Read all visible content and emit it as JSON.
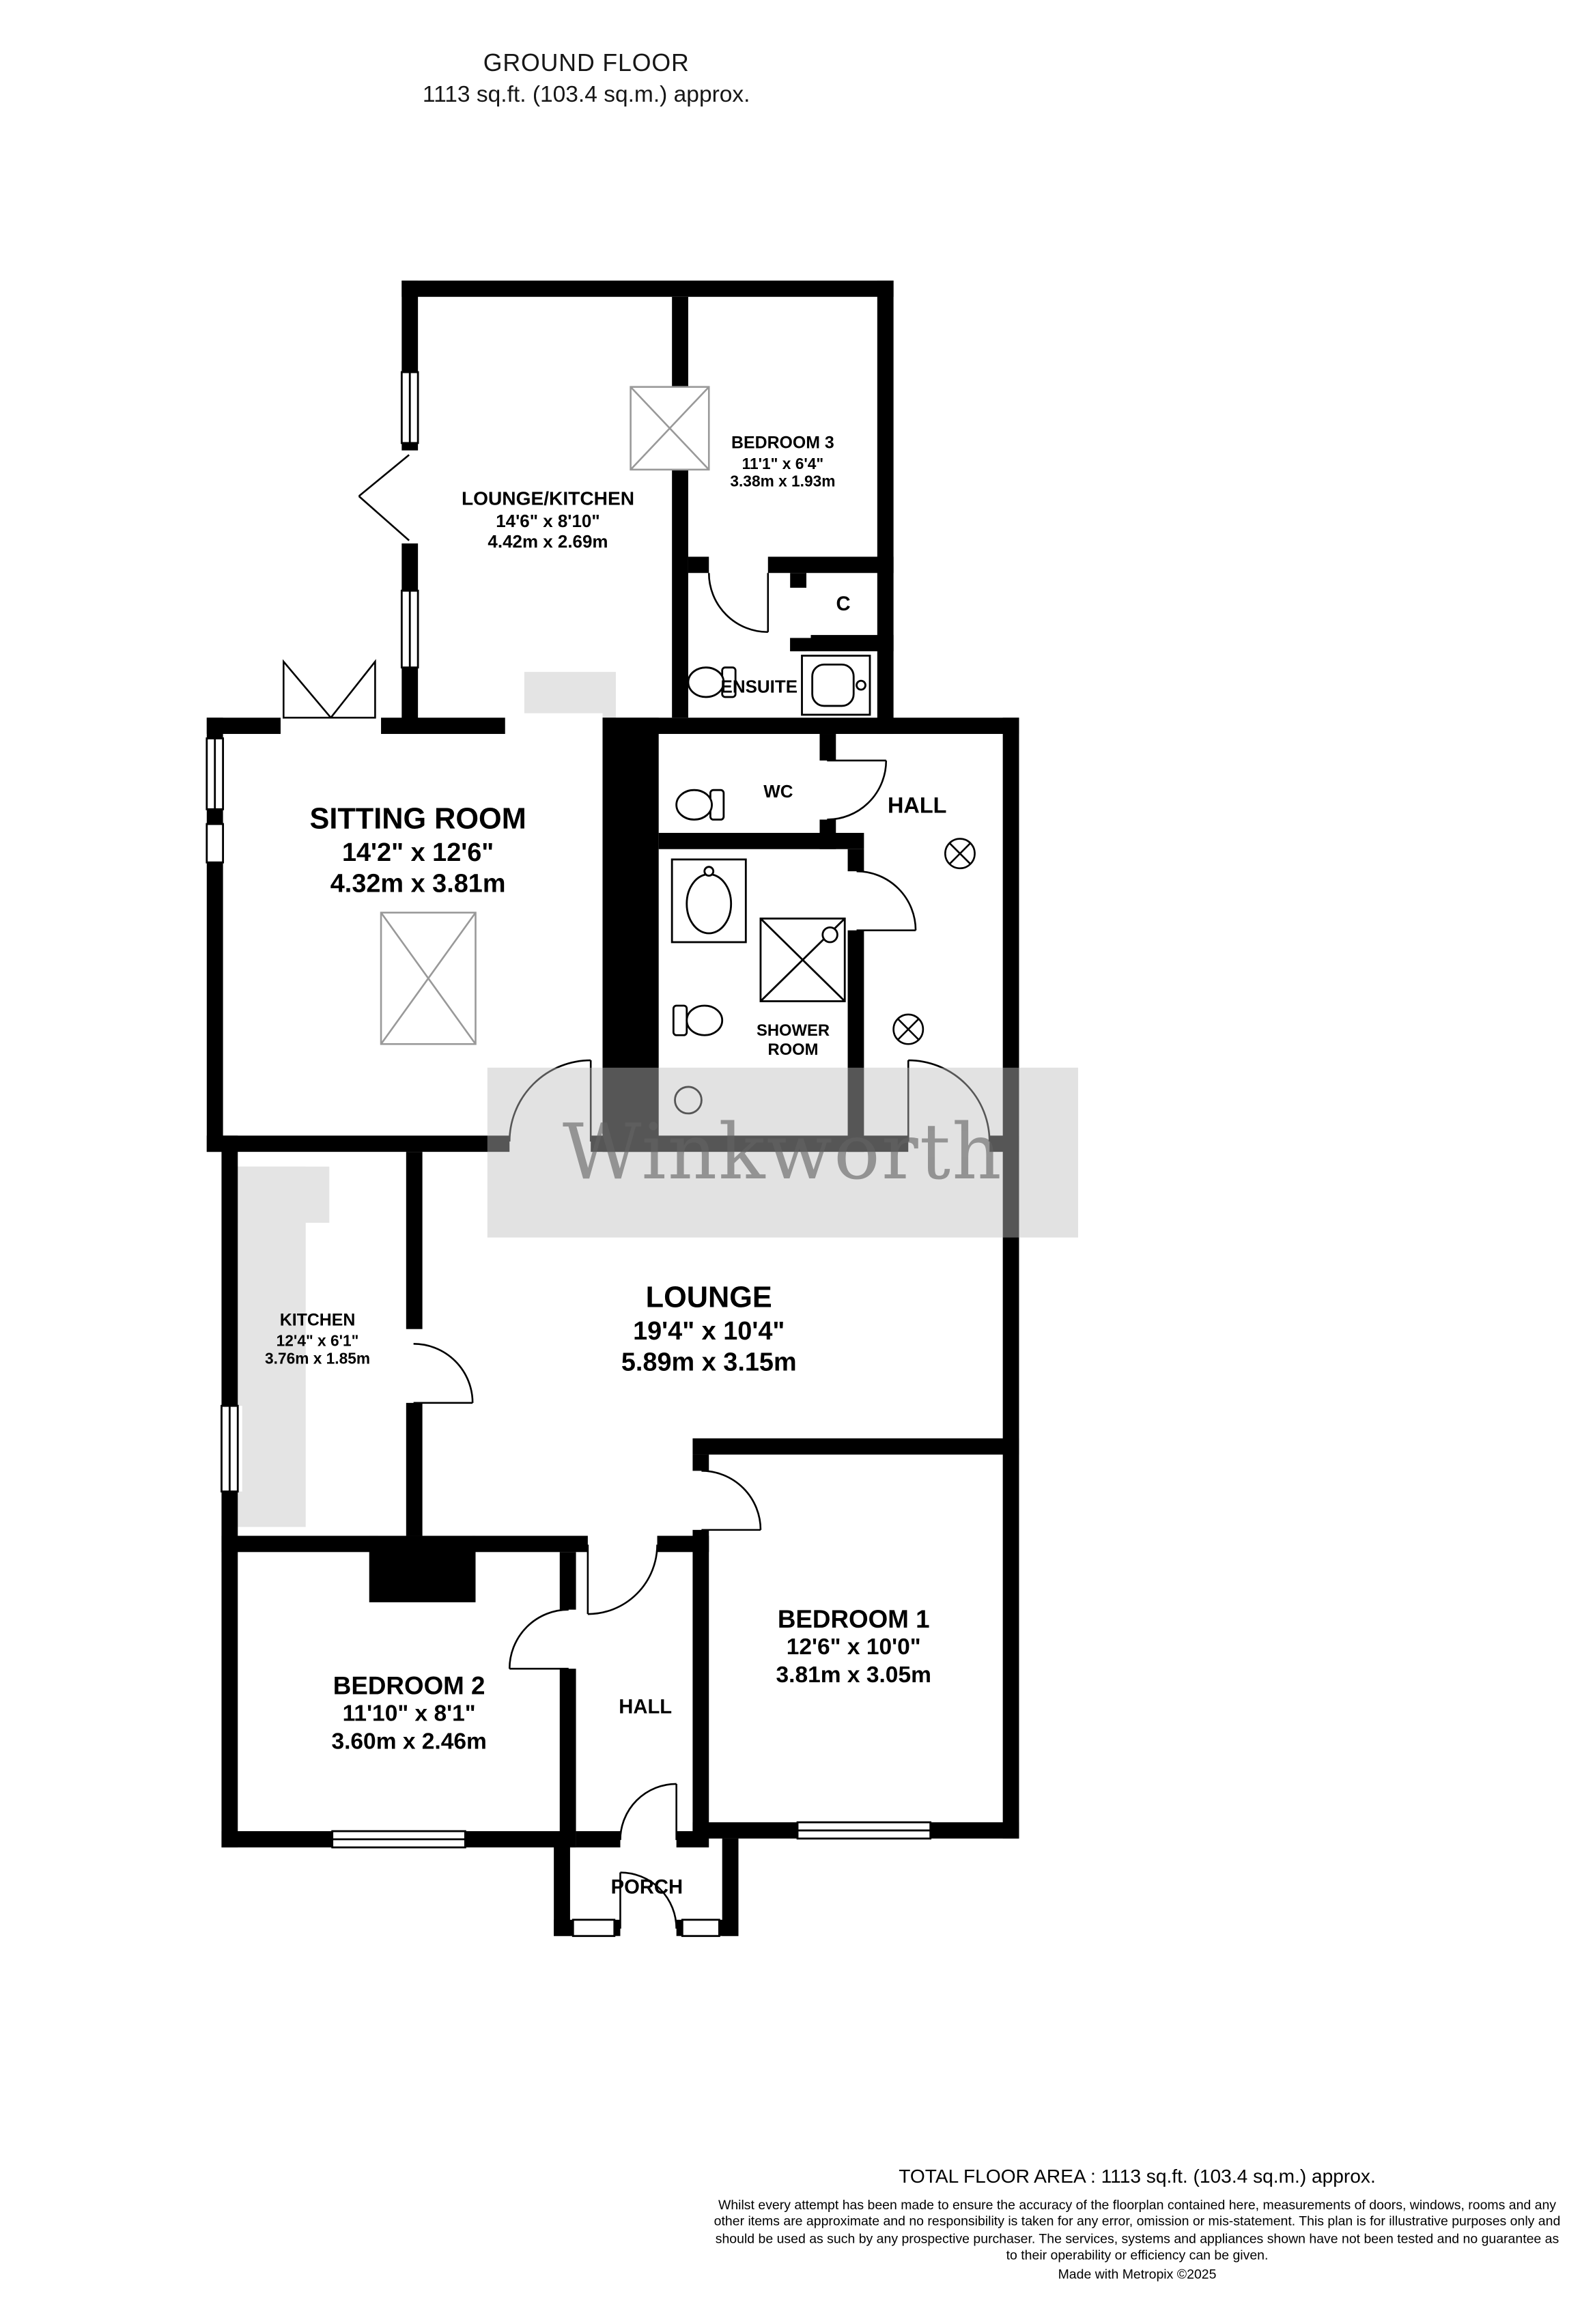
{
  "header": {
    "title": "GROUND FLOOR",
    "subtitle": "1113 sq.ft. (103.4 sq.m.) approx."
  },
  "rooms": {
    "lounge_kitchen": {
      "name": "LOUNGE/KITCHEN",
      "imperial": "14'6\" x 8'10\"",
      "metric": "4.42m x 2.69m"
    },
    "bedroom3": {
      "name": "BEDROOM 3",
      "imperial": "11'1\" x 6'4\"",
      "metric": "3.38m x 1.93m"
    },
    "sitting_room": {
      "name": "SITTING ROOM",
      "imperial": "14'2\" x 12'6\"",
      "metric": "4.32m x 3.81m"
    },
    "kitchen": {
      "name": "KITCHEN",
      "imperial": "12'4\" x 6'1\"",
      "metric": "3.76m x 1.85m"
    },
    "lounge": {
      "name": "LOUNGE",
      "imperial": "19'4\" x 10'4\"",
      "metric": "5.89m x 3.15m"
    },
    "bedroom1": {
      "name": "BEDROOM 1",
      "imperial": "12'6\" x 10'0\"",
      "metric": "3.81m x 3.05m"
    },
    "bedroom2": {
      "name": "BEDROOM 2",
      "imperial": "11'10\" x 8'1\"",
      "metric": "3.60m x 2.46m"
    }
  },
  "labels": {
    "cupboard": "C",
    "ensuite": "ENSUITE",
    "wc": "WC",
    "hall_upper": "HALL",
    "shower_line1": "SHOWER",
    "shower_line2": "ROOM",
    "hall_lower": "HALL",
    "porch": "PORCH"
  },
  "watermark": "Winkworth",
  "footer": {
    "total_area": "TOTAL FLOOR AREA : 1113 sq.ft. (103.4 sq.m.) approx.",
    "disclaimer": "Whilst every attempt has been made to ensure the accuracy of the floorplan contained here, measurements of doors, windows, rooms and any other items are approximate and no responsibility is taken for any error, omission or mis-statement. This plan is for illustrative purposes only and should be used as such by any prospective purchaser. The services, systems and appliances shown have not been tested and no guarantee as to their operability or efficiency can be given.",
    "credit": "Made with Metropix ©2025"
  },
  "colors": {
    "wall": "#000000",
    "counter_gray": "#e4e4e4",
    "watermark_band": "#bebebe"
  }
}
